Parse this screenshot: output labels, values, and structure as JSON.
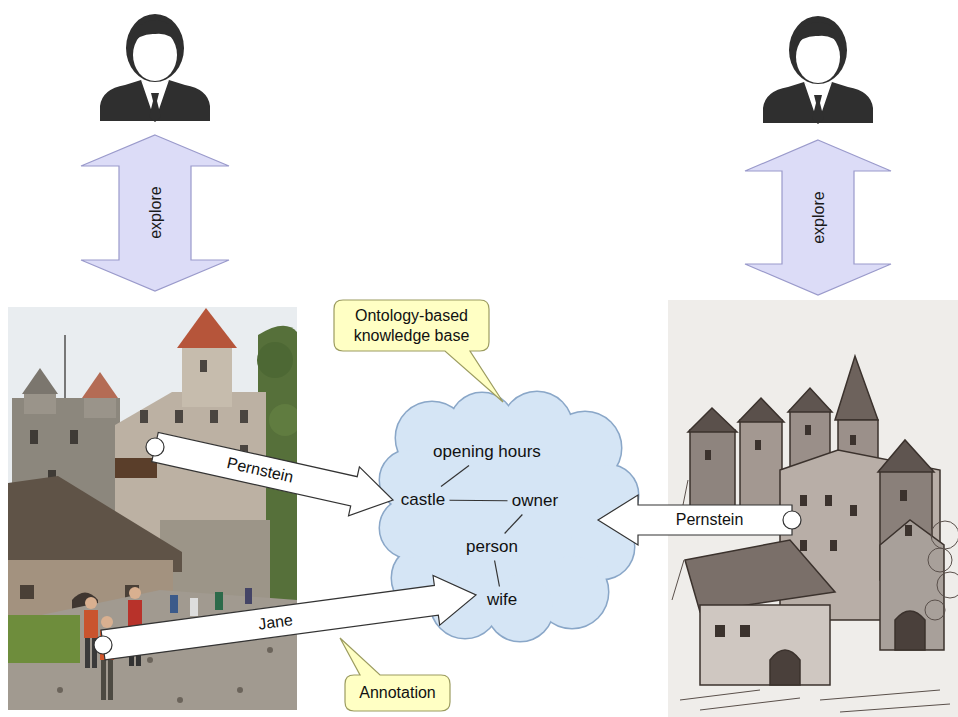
{
  "diagram": {
    "nodes": [
      {
        "text": [
          "explore"
        ]
      },
      {
        "text": [
          "explore"
        ]
      },
      {
        "text": [
          "Ontology-based knowledge base"
        ]
      },
      {
        "text": [
          "Pernstein"
        ]
      },
      {
        "text": [
          "opening hours"
        ]
      },
      {
        "text": [
          "castle"
        ]
      },
      {
        "text": [
          "owner"
        ]
      },
      {
        "text": [
          "person"
        ]
      },
      {
        "text": [
          "wife"
        ]
      },
      {
        "text": [
          "Pernstein"
        ]
      },
      {
        "text": [
          "Jane"
        ]
      },
      {
        "text": [
          "Annotation"
        ]
      }
    ],
    "edges": [
      {
        "from": 4,
        "to": 5,
        "arrow": "none"
      },
      {
        "from": 5,
        "to": 6,
        "arrow": "none"
      },
      {
        "from": 6,
        "to": 7,
        "arrow": "none"
      },
      {
        "from": 7,
        "to": 8,
        "arrow": "none"
      }
    ]
  }
}
